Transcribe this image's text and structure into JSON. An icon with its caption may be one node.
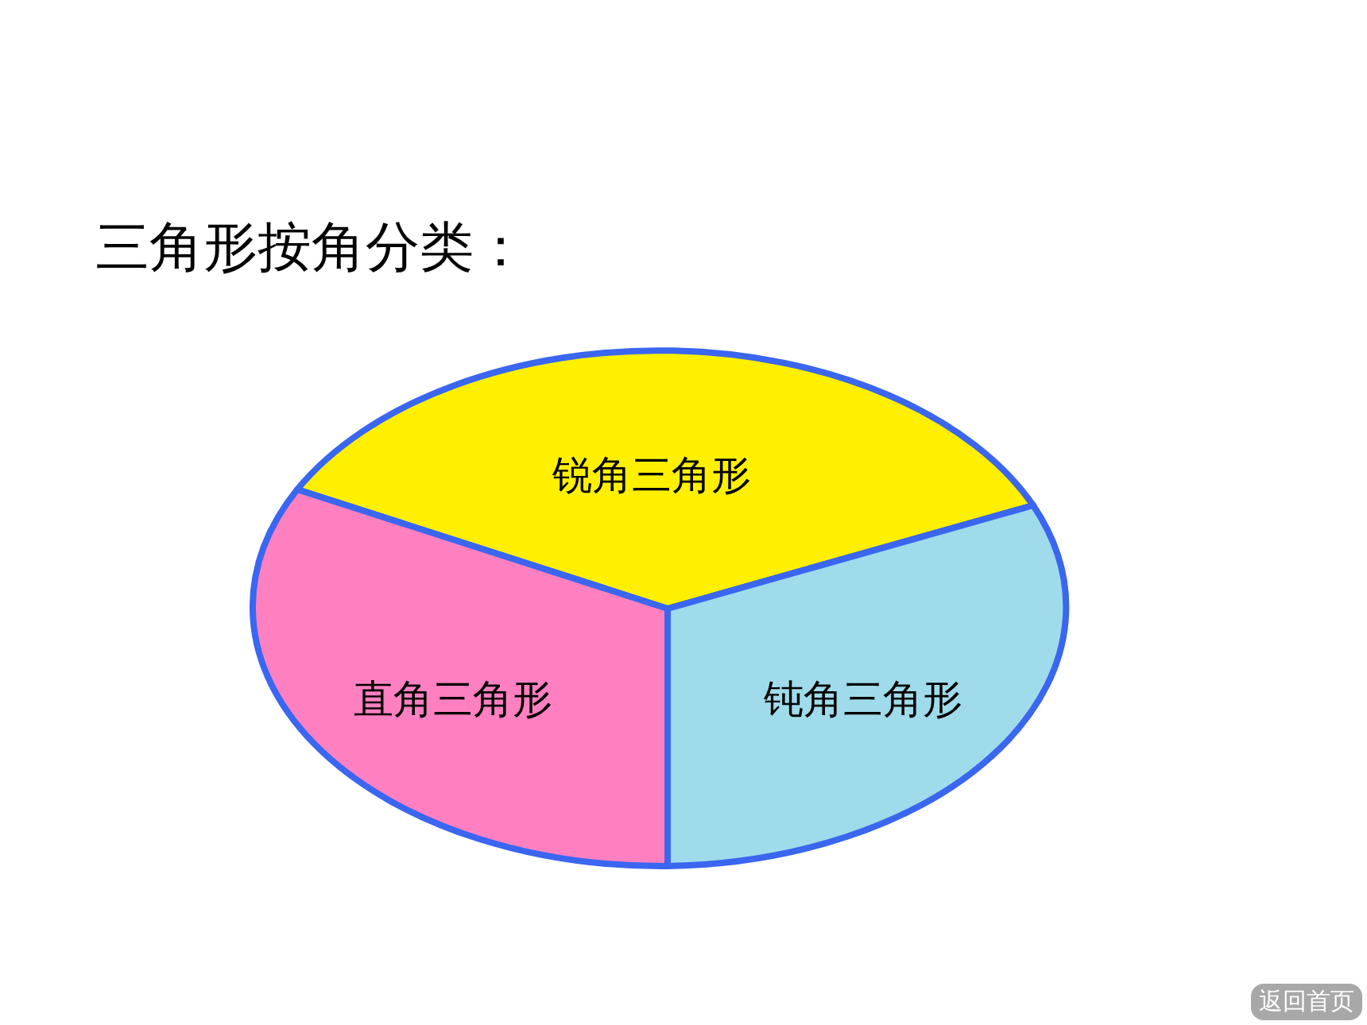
{
  "diagram": {
    "title": "三角形按角分类：",
    "nodes": [
      {
        "text": [
          "锐角三角形"
        ]
      },
      {
        "text": [
          "直角三角形"
        ]
      },
      {
        "text": [
          "钝角三角形"
        ]
      }
    ],
    "labels": [
      "返回首页"
    ]
  }
}
